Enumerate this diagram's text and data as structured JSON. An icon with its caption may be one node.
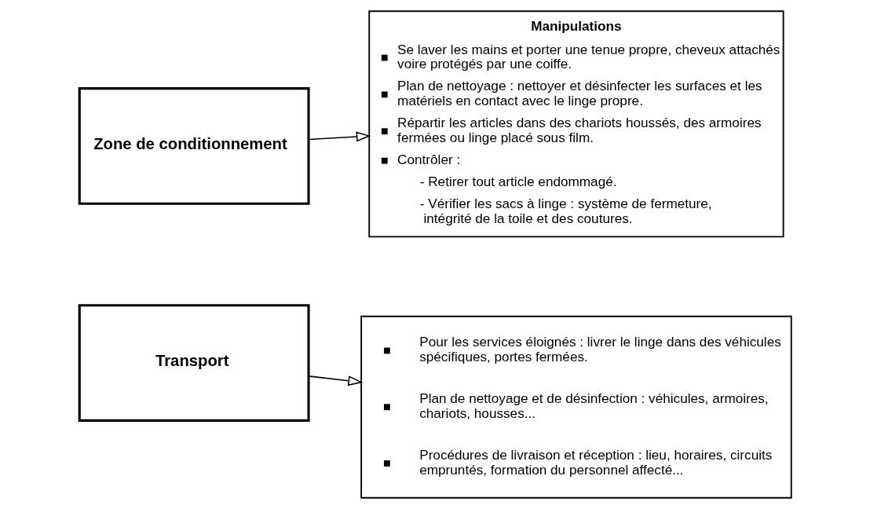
{
  "diagram": {
    "nodes": [
      {
        "text": [
          "Zone de conditionnement"
        ]
      },
      {
        "text": [
          "Manipulations",
          "Se laver les mains et porter une tenue propre, cheveux attachés voire protégés par une coiffe.",
          "Plan de nettoyage : nettoyer et désinfecter les surfaces et les matériels en contact avec le linge propre.",
          "Répartir les articles dans des chariots houssés, des armoires fermées ou linge placé sous film.",
          "Contrôler :",
          "- Retirer tout article endommagé.",
          "- Vérifier les sacs à linge : système de fermeture, intégrité de la toile et des coutures."
        ]
      },
      {
        "text": [
          "Transport"
        ]
      },
      {
        "text": [
          "Pour les services éloignés : livrer le linge dans des véhicules spécifiques, portes fermées.",
          "Plan de nettoyage et de désinfection : véhicules, armoires, chariots, housses...",
          "Procédures de livraison et réception : lieu, horaires, circuits empruntés, formation du personnel affecté..."
        ]
      }
    ],
    "edges": [
      {
        "from": 0,
        "to": 1,
        "arrow": "to"
      },
      {
        "from": 2,
        "to": 3,
        "arrow": "to"
      }
    ]
  }
}
